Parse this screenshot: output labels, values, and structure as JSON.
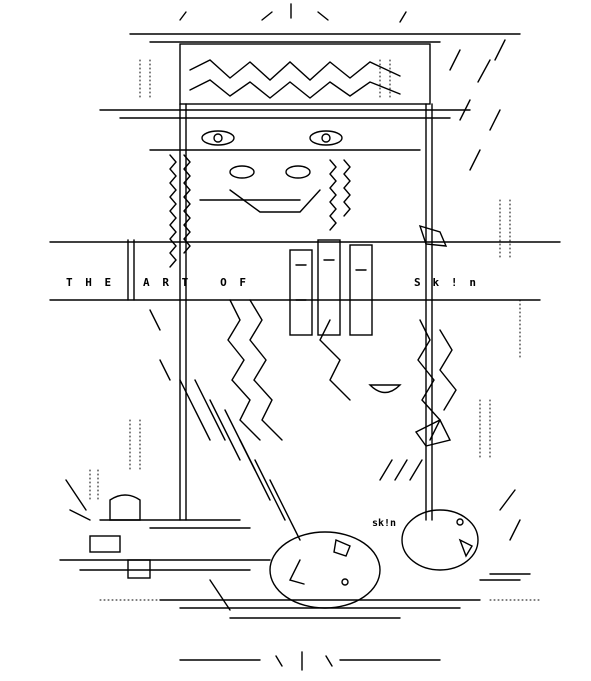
{
  "artwork": {
    "title_left": "THE ART OF",
    "title_right": "Sk!n",
    "signature": "sk!n"
  },
  "colors": {
    "ink": "#000000",
    "paper": "#ffffff"
  }
}
